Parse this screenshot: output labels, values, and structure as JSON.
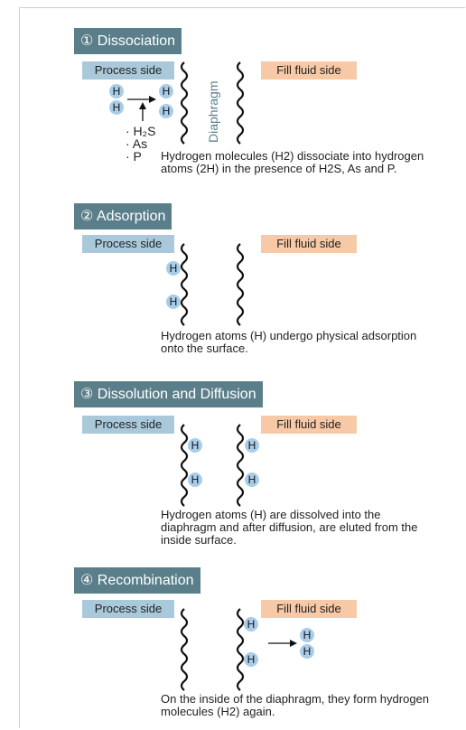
{
  "steps": [
    {
      "title": "① Dissociation",
      "process_label": "Process side",
      "fill_label": "Fill fluid side",
      "diaphragm_label": "Diaphragm",
      "impurities": [
        "· H₂S",
        "· As",
        "· P"
      ],
      "description": "Hydrogen molecules (H2) dissociate into hydrogen atoms (2H) in the presence of H2S, As and P."
    },
    {
      "title": "② Adsorption",
      "process_label": "Process side",
      "fill_label": "Fill fluid side",
      "description": "Hydrogen atoms (H) undergo physical adsorption onto the surface."
    },
    {
      "title": "③ Dissolution and Diffusion",
      "process_label": "Process side",
      "fill_label": "Fill fluid side",
      "description": "Hydrogen atoms (H) are dissolved into the diaphragm and after diffusion, are eluted from the inside surface."
    },
    {
      "title": "④ Recombination",
      "process_label": "Process side",
      "fill_label": "Fill fluid side",
      "description": "On the inside of the diaphragm, they form hydrogen molecules (H2) again."
    }
  ],
  "atom_symbol": "H",
  "colors": {
    "header_bg": "#5b7f8a",
    "process_side_bg": "#a9c9db",
    "fill_side_bg": "#f7c9a6",
    "atom_fill": "#a9cde9",
    "diaphragm_text": "#5a7f8a"
  }
}
